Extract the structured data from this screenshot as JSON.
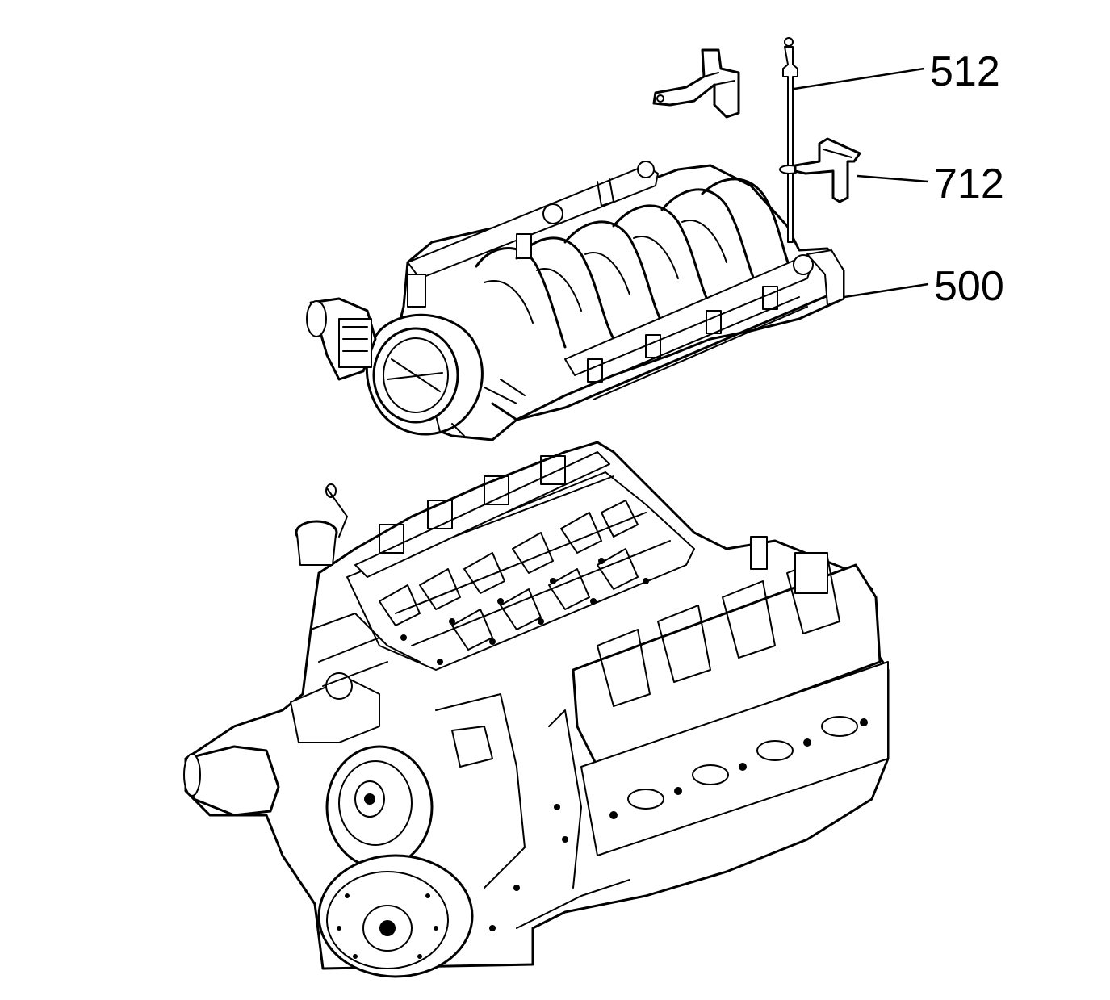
{
  "callouts": [
    {
      "id": "512",
      "label": "512"
    },
    {
      "id": "712",
      "label": "712"
    },
    {
      "id": "500",
      "label": "500"
    }
  ]
}
